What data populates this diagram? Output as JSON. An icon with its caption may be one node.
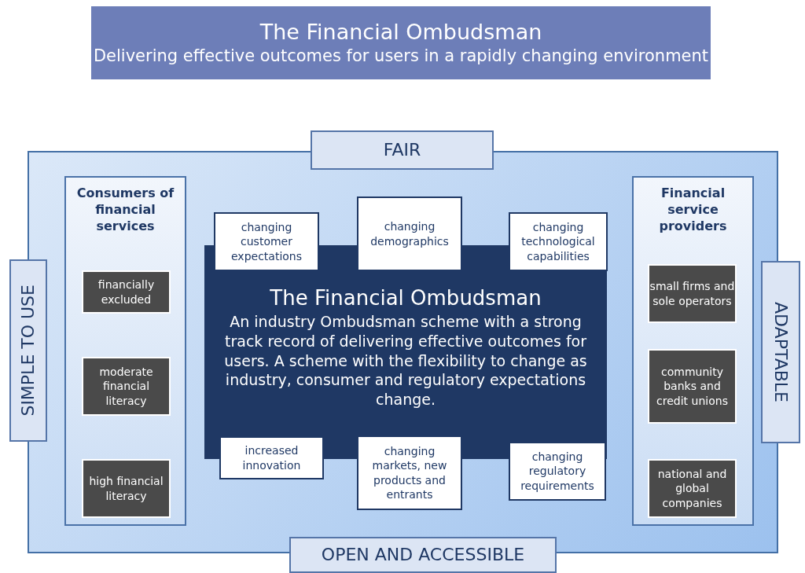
{
  "diagram": {
    "nodes": [
      {
        "text": [
          "The Financial Ombudsman",
          "Delivering effective outcomes for users in a rapidly changing environment"
        ]
      },
      {
        "text": [],
        "shape": "box"
      },
      {
        "text": [
          "FAIR"
        ]
      },
      {
        "text": [
          "SIMPLE TO USE"
        ]
      },
      {
        "text": [
          "ADAPTABLE"
        ]
      },
      {
        "text": [
          "OPEN AND ACCESSIBLE"
        ]
      },
      {
        "text": [
          "Consumers of financial services"
        ],
        "in": 1
      },
      {
        "text": [
          "financially excluded"
        ],
        "in": 6
      },
      {
        "text": [
          "moderate financial literacy"
        ],
        "in": 6
      },
      {
        "text": [
          "high financial literacy"
        ],
        "in": 6
      },
      {
        "text": [
          "Financial service providers"
        ],
        "in": 1
      },
      {
        "text": [
          "small firms and sole operators"
        ],
        "in": 10
      },
      {
        "text": [
          "community banks and credit unions"
        ],
        "in": 10
      },
      {
        "text": [
          "national and global companies"
        ],
        "in": 10
      },
      {
        "text": [
          "The Financial Ombudsman",
          "An industry Ombudsman scheme with a strong track record of delivering effective outcomes for users. A scheme with the flexibility to change as industry, consumer and regulatory expectations change."
        ],
        "in": 1
      },
      {
        "text": [
          "changing customer expectations"
        ],
        "in": 1
      },
      {
        "text": [
          "changing demographics"
        ],
        "in": 1
      },
      {
        "text": [
          "changing technological capabilities"
        ],
        "in": 1
      },
      {
        "text": [
          "increased innovation"
        ],
        "in": 1
      },
      {
        "text": [
          "changing markets, new products and entrants"
        ],
        "in": 1
      },
      {
        "text": [
          "changing regulatory requirements"
        ],
        "in": 1
      }
    ]
  }
}
